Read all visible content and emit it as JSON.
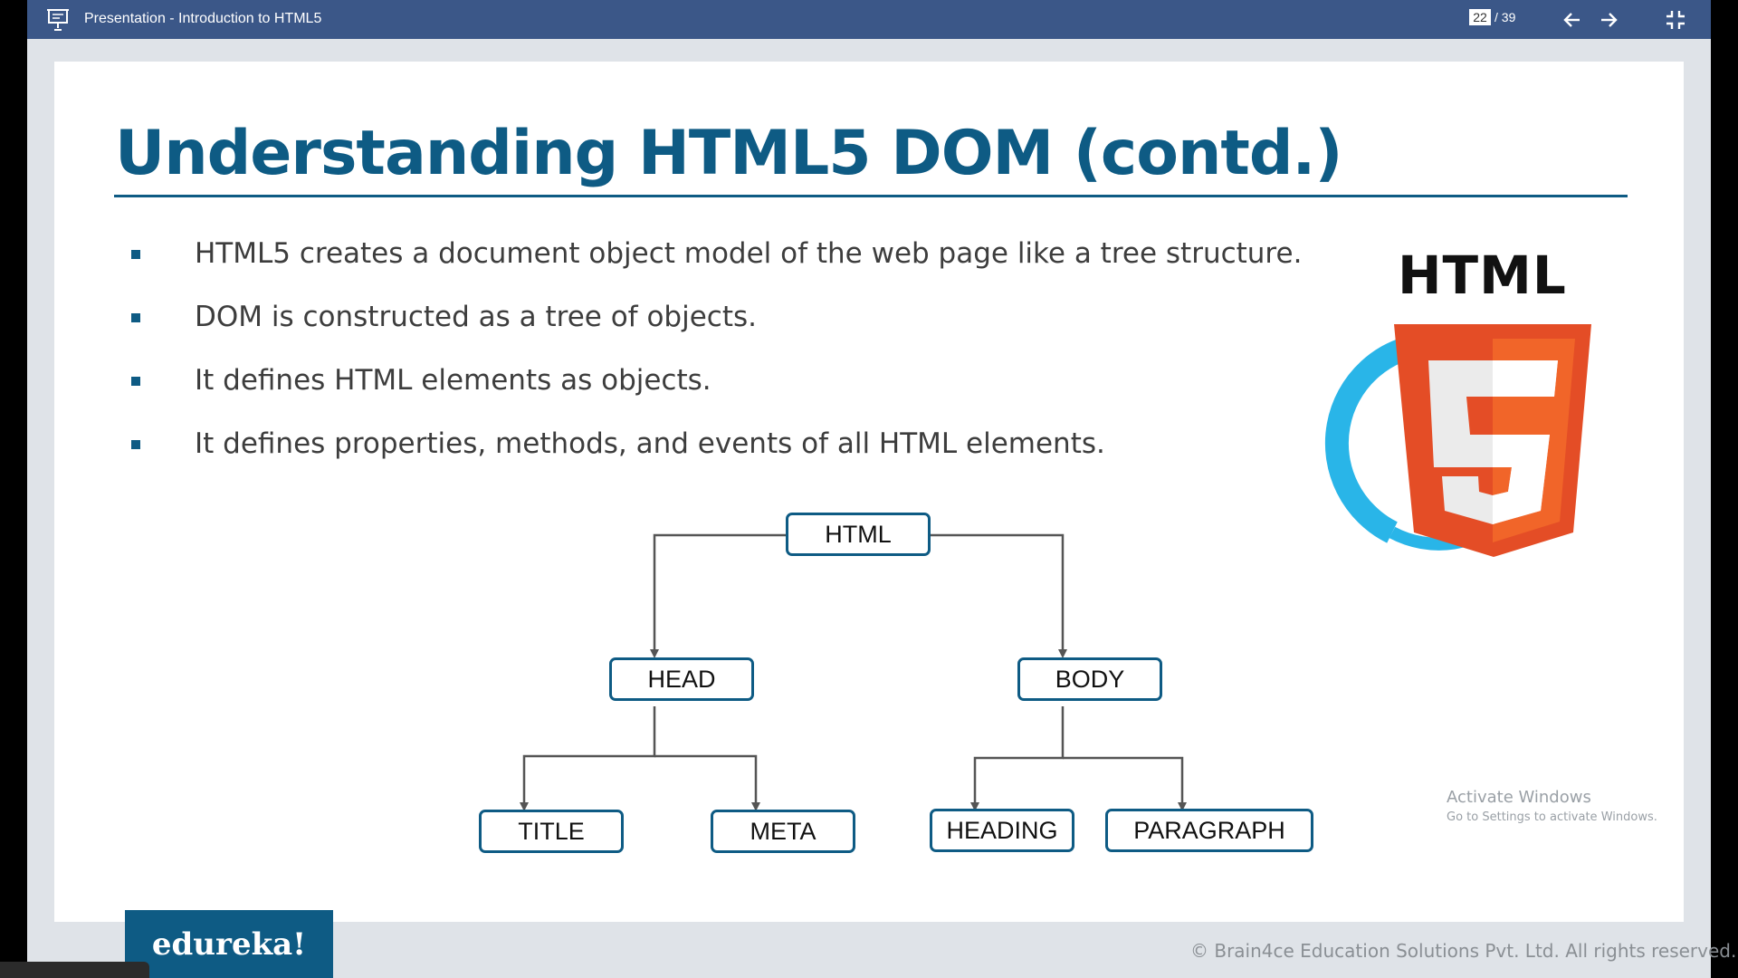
{
  "topbar": {
    "title": "Presentation - Introduction to HTML5",
    "current_page": "22",
    "total_pages": "/ 39"
  },
  "slide": {
    "title": "Understanding HTML5 DOM (contd.)",
    "bullets": [
      "HTML5 creates a document object model of the web page like a tree structure.",
      "DOM is constructed as a tree of objects.",
      "It defines HTML elements as objects.",
      "It defines properties, methods, and events of all HTML elements."
    ],
    "logo_text": "HTML",
    "tree": {
      "root": "HTML",
      "head": "HEAD",
      "body": "BODY",
      "title": "TITLE",
      "meta": "META",
      "heading": "HEADING",
      "paragraph": "PARAGRAPH"
    }
  },
  "watermark": {
    "line1": "Activate Windows",
    "line2": "Go to Settings to activate Windows."
  },
  "footer": {
    "brand": "edureka!",
    "copyright": "© Brain4ce Education Solutions Pvt. Ltd. All rights reserved."
  },
  "colors": {
    "topbar": "#3b5788",
    "accent": "#0e5b84",
    "html5_orange": "#e44d26",
    "html5_light_orange": "#f16529",
    "globe_blue": "#29b5e8"
  }
}
